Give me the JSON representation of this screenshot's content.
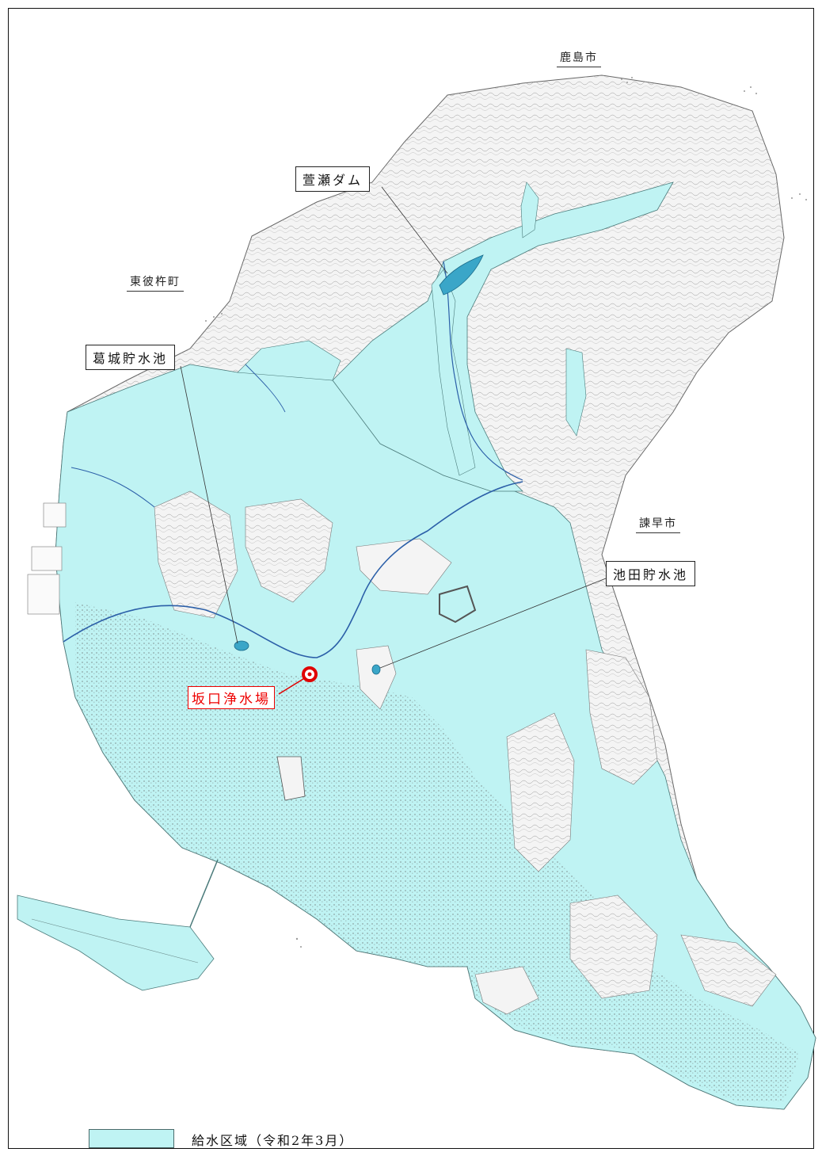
{
  "labels": {
    "kashima": "鹿島市",
    "higashisonogi": "東彼杵町",
    "isahaya": "諫早市"
  },
  "callouts": {
    "kayase_dam": "萱瀬ダム",
    "kazuraki_reservoir": "葛城貯水池",
    "ikeda_reservoir": "池田貯水池",
    "sakaguchi_plant": "坂口浄水場"
  },
  "legend": {
    "supply_area": "給水区域（令和2年3月）"
  },
  "colors": {
    "supply_area": "#bff3f3",
    "terrain": "#f4f4f4",
    "water": "#3aa6c8",
    "highlight": "#e00000"
  }
}
